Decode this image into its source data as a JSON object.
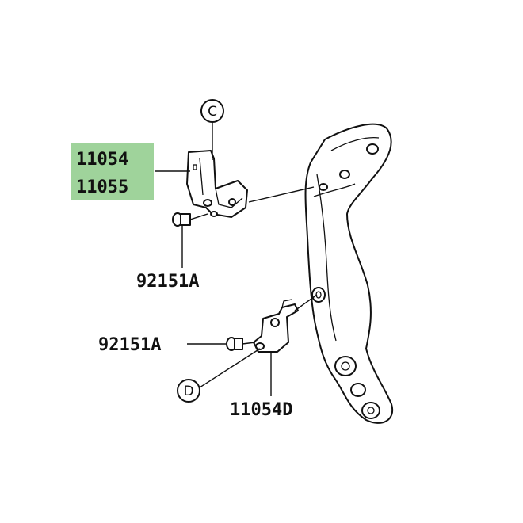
{
  "diagram": {
    "highlight_color": "#9fd39b",
    "parts": {
      "top_code_1": "11054",
      "top_code_2": "11055",
      "bolt_upper": "92151A",
      "bolt_lower": "92151A",
      "bracket_lower": "11054D"
    },
    "callouts": {
      "upper": "C",
      "lower": "D"
    }
  }
}
